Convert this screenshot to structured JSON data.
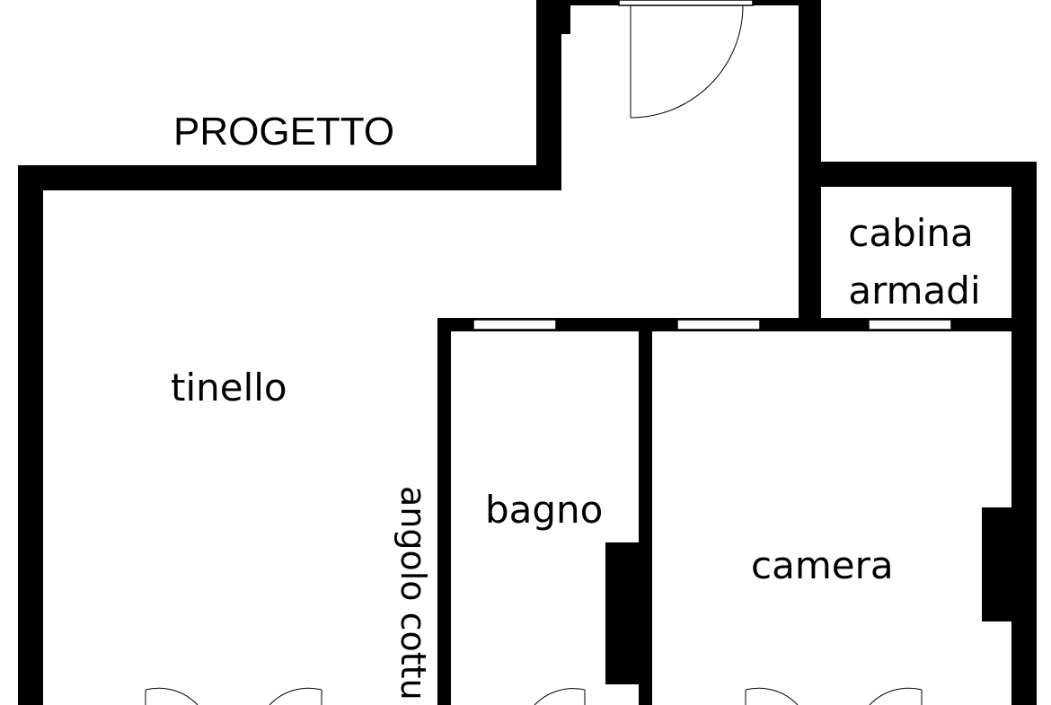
{
  "title": "PROGETTO",
  "rooms": {
    "tinello": "tinello",
    "cabina_line1": "cabina",
    "cabina_line2": "armadi",
    "bagno": "bagno",
    "camera": "camera",
    "angolo": "angolo cottu"
  },
  "colors": {
    "wall": "#000000",
    "background": "#ffffff"
  }
}
